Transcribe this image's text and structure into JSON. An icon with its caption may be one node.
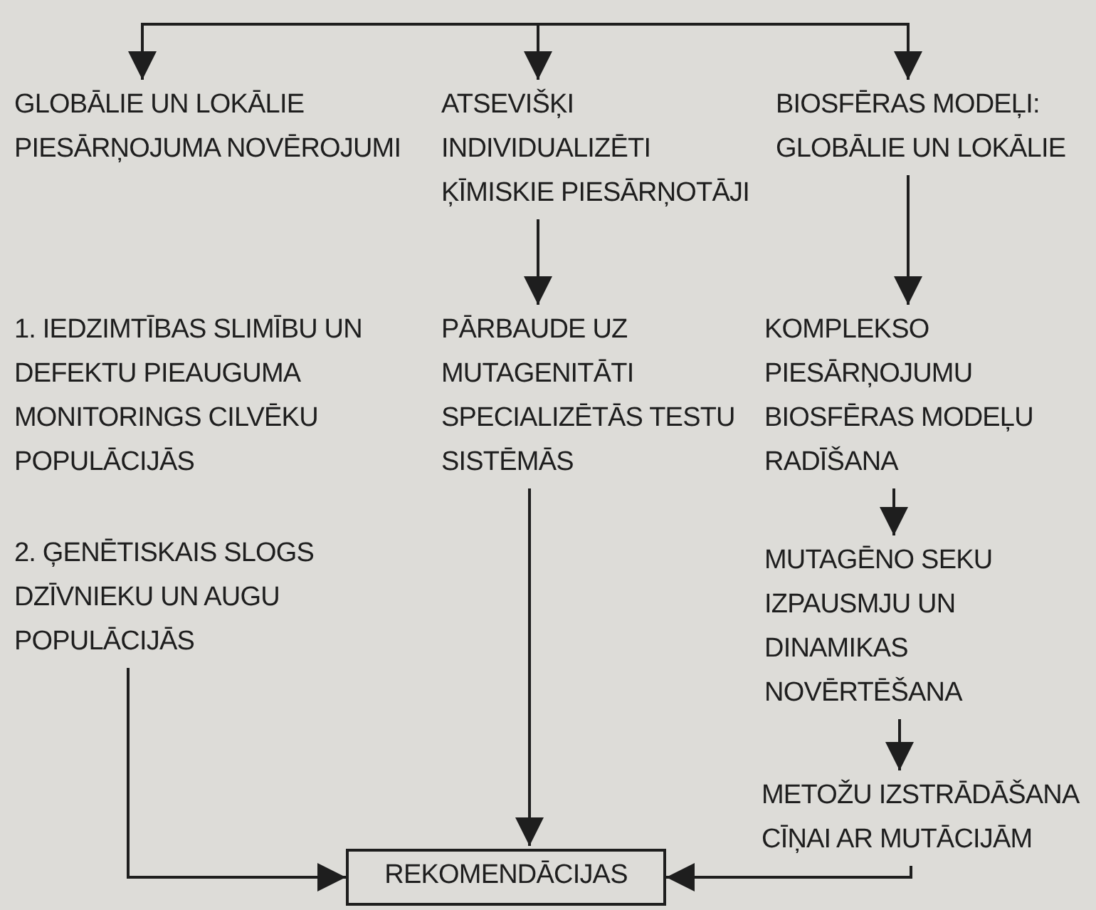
{
  "diagram": {
    "nodes": [
      {
        "text": [
          "GLOBĀLIE UN LOKĀLIE PIESĀRŅOJUMA NOVĒROJUMI"
        ]
      },
      {
        "text": [
          "ATSEVIŠĶI INDIVIDUALIZĒTI ĶĪMISKIE PIESĀRŅOTĀJI"
        ]
      },
      {
        "text": [
          "BIOSFĒRAS MODEĻI: GLOBĀLIE UN LOKĀLIE"
        ]
      },
      {
        "text": [
          "1. IEDZIMTĪBAS SLIMĪBU UN DEFEKTU PIEAUGUMA MONITORINGS CILVĒKU POPULĀCIJĀS"
        ]
      },
      {
        "text": [
          "PĀRBAUDE UZ MUTAGENITĀTI SPECIALIZĒTĀS TESTU SISTĒMĀS"
        ]
      },
      {
        "text": [
          "KOMPLEKSO PIESĀRŅOJUMU BIOSFĒRAS MODEĻU RADĪŠANA"
        ]
      },
      {
        "text": [
          "2. ĢENĒTISKAIS SLOGS DZĪVNIEKU UN AUGU POPULĀCIJĀS"
        ]
      },
      {
        "text": [
          "MUTAGĒNO SEKU IZPAUSMJU UN DINAMIKAS NOVĒRTĒŠANA"
        ]
      },
      {
        "text": [
          "METOŽU IZSTRĀDĀŠANA CĪŅAI AR MUTĀCIJĀM"
        ]
      },
      {
        "text": [
          "REKOMENDĀCIJAS"
        ]
      }
    ],
    "edges": [
      {
        "from": null,
        "to": 0,
        "arrow": "to"
      },
      {
        "from": null,
        "to": 1,
        "arrow": "to"
      },
      {
        "from": null,
        "to": 2,
        "arrow": "to"
      },
      {
        "from": 1,
        "to": 4,
        "arrow": "to"
      },
      {
        "from": 2,
        "to": 5,
        "arrow": "to"
      },
      {
        "from": 5,
        "to": 7,
        "arrow": "to"
      },
      {
        "from": 7,
        "to": 8,
        "arrow": "to"
      },
      {
        "from": 4,
        "to": 9,
        "arrow": "to"
      },
      {
        "from": 6,
        "to": 9,
        "arrow": "to"
      },
      {
        "from": 8,
        "to": 9,
        "arrow": "to"
      }
    ]
  }
}
